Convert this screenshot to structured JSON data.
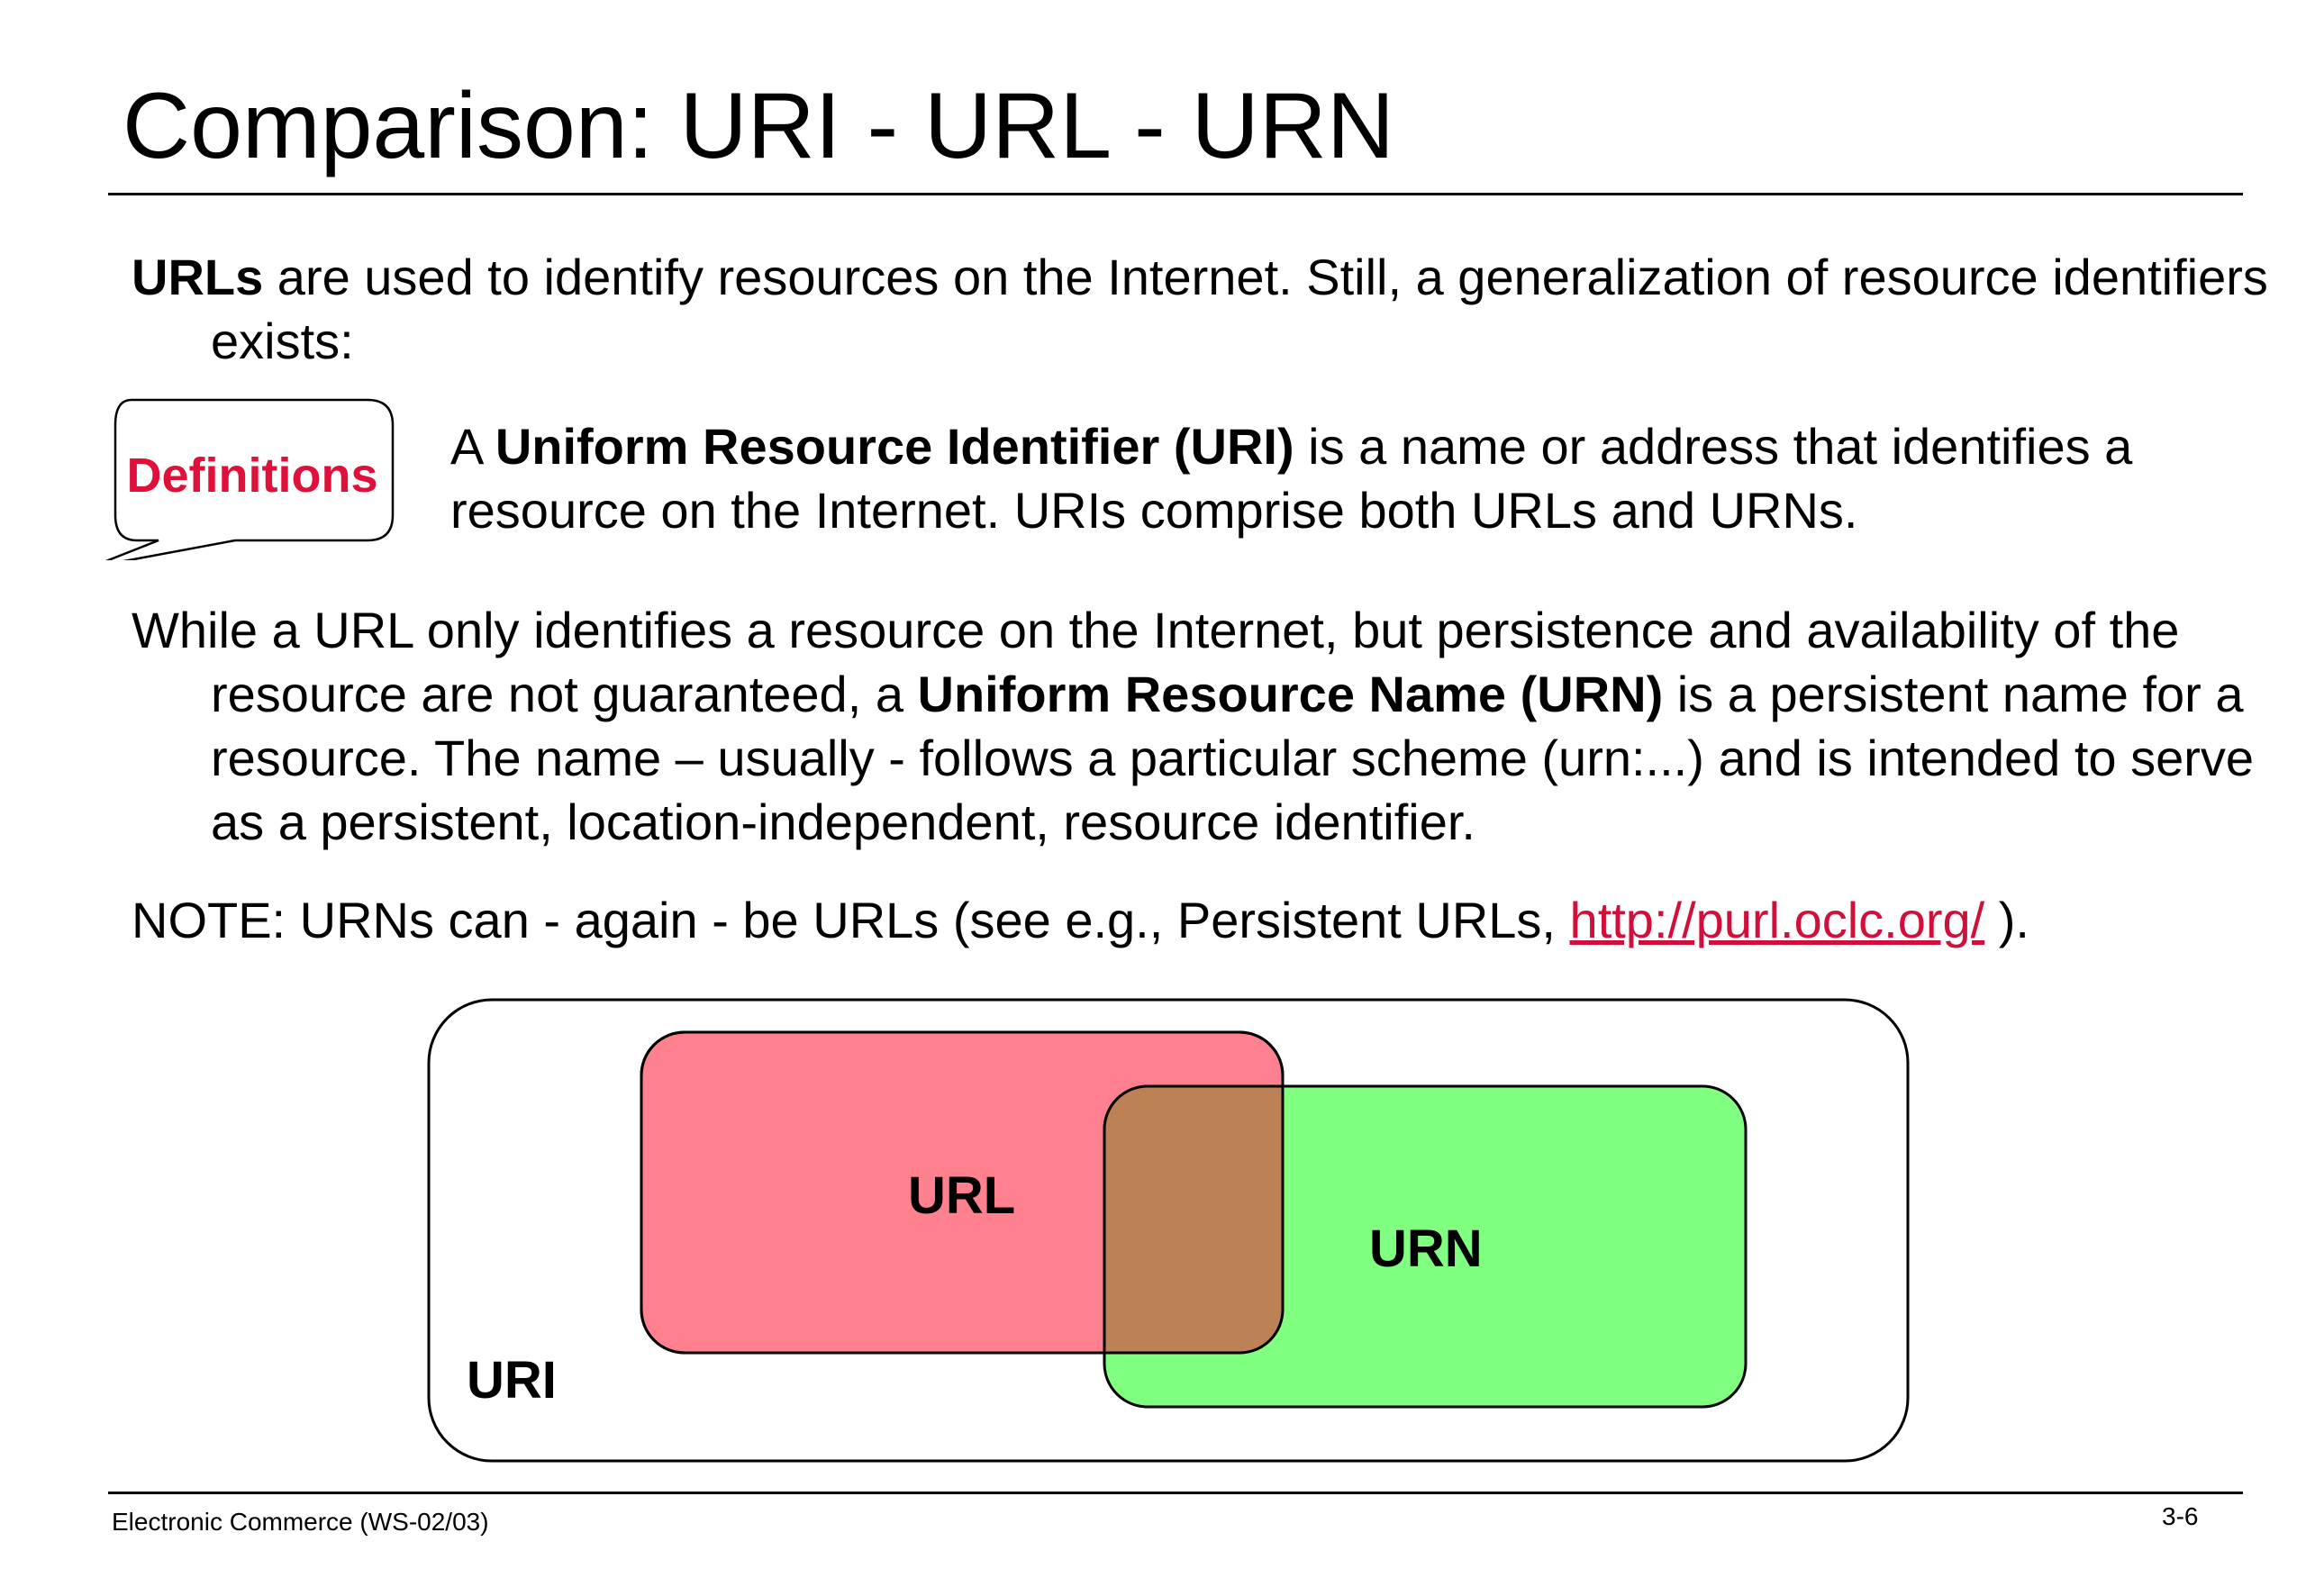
{
  "slide": {
    "title": "Comparison: URI - URL - URN",
    "intro": {
      "bold": "URLs",
      "text": " are used to identify resources on the Internet. Still, a generalization of resource identifiers exists:"
    },
    "definitions_label": "Definitions",
    "definition": {
      "pre": "A ",
      "bold": "Uniform Resource Identifier (URI)",
      "text": " is a name or address that identifies a resource on the Internet. URIs comprise both URLs and URNs."
    },
    "urn_paragraph": {
      "pre": "While a URL only identifies a resource on the Internet, but persistence and availability of the resource are not guaranteed, a ",
      "bold": "Uniform Resource Name (URN)",
      "post": " is a persistent name for a resource. The name – usually - follows a particular scheme (urn:...) and is intended to serve as a persistent, location-independent, resource identifier."
    },
    "note": {
      "pre": "NOTE: URNs can - again - be URLs (see e.g., Persistent URLs, ",
      "link": "http://purl.oclc.org/",
      "post": " )."
    },
    "diagram": {
      "uri_label": "URI",
      "url_label": "URL",
      "urn_label": "URN",
      "colors": {
        "url_fill": "#ff808f",
        "urn_fill": "#80ff80",
        "overlap_fill": "#bc8154"
      }
    },
    "footer": {
      "left": "Electronic Commerce (WS-02/03)",
      "right": "3-6"
    }
  }
}
